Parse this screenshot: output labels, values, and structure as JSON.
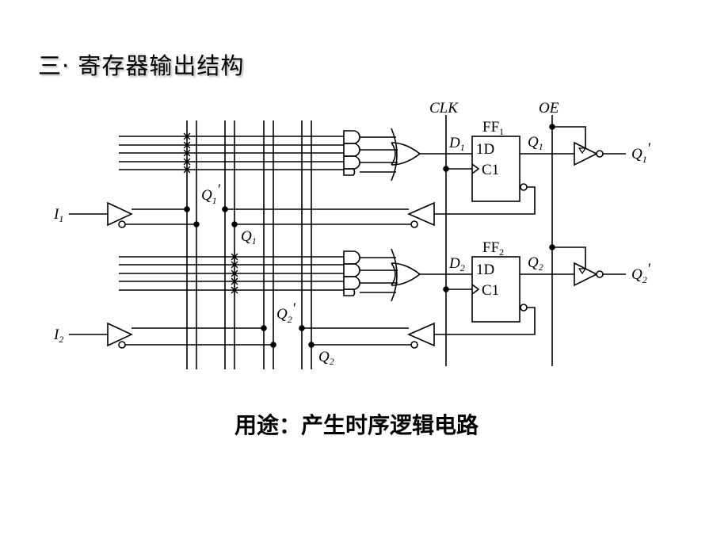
{
  "title": "三· 寄存器输出结构",
  "caption": "用途：产生时序逻辑电路",
  "labels": {
    "clk": "CLK",
    "oe": "OE",
    "ff1": {
      "main": "FF",
      "sub": "1"
    },
    "ff2": {
      "main": "FF",
      "sub": "2"
    },
    "ff_d": "1D",
    "ff_c": "C1",
    "d1": {
      "main": "D",
      "sub": "1"
    },
    "d2": {
      "main": "D",
      "sub": "2"
    },
    "q1": {
      "main": "Q",
      "sub": "1"
    },
    "q2": {
      "main": "Q",
      "sub": "2"
    },
    "q1p": {
      "main": "Q",
      "sub": "1",
      "prime": "′"
    },
    "q2p": {
      "main": "Q",
      "sub": "2",
      "prime": "′"
    },
    "i1": {
      "main": "I",
      "sub": "1"
    },
    "i2": {
      "main": "I",
      "sub": "2"
    }
  }
}
